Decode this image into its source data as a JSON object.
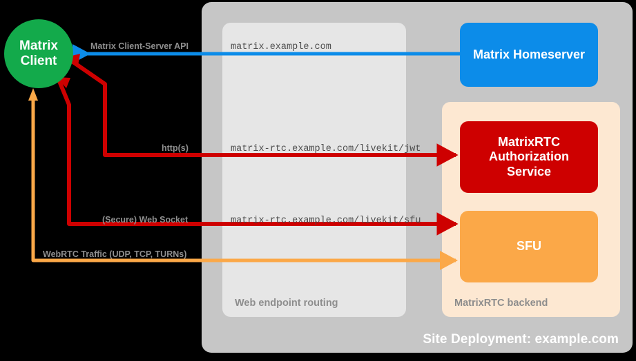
{
  "diagram": {
    "title_badge": "Site Deployment: example.com",
    "colors": {
      "client_green": "#13aa4b",
      "homeserver_blue": "#0c8ce9",
      "auth_red": "#ce0000",
      "sfu_orange": "#fba848",
      "site_gray": "#c6c6c6",
      "routing_gray": "#e6e6e6",
      "backend_peach": "#fde8d2",
      "label_gray": "#8f8f8f",
      "endpoint_gray": "#4d4d4d"
    },
    "containers": [
      {
        "id": "site",
        "label": "Site Deployment: example.com"
      },
      {
        "id": "web-endpoint-routing",
        "label": "Web endpoint routing"
      },
      {
        "id": "matrixrtc-backend",
        "label": "MatrixRTC backend"
      }
    ],
    "nodes": {
      "client": {
        "line1": "Matrix",
        "line2": "Client"
      },
      "homeserver": {
        "label": "Matrix Homeserver"
      },
      "auth_service": {
        "line1": "MatrixRTC",
        "line2": "Authorization",
        "line3": "Service"
      },
      "sfu": {
        "label": "SFU"
      }
    },
    "endpoints": [
      {
        "id": "matrix-host",
        "text": "matrix.example.com"
      },
      {
        "id": "livekit-jwt",
        "text": "matrix-rtc.example.com/livekit/jwt"
      },
      {
        "id": "livekit-sfu",
        "text": "matrix-rtc.example.com/livekit/sfu"
      }
    ],
    "connections": [
      {
        "id": "cs-api",
        "label": "Matrix Client-Server API",
        "color": "#0c8ce9",
        "direction": "to-client"
      },
      {
        "id": "https",
        "label": "http(s)",
        "color": "#ce0000",
        "direction": "bidirectional"
      },
      {
        "id": "websocket",
        "label": "(Secure) Web Socket",
        "color": "#ce0000",
        "direction": "bidirectional"
      },
      {
        "id": "webrtc",
        "label": "WebRTC Traffic (UDP, TCP, TURNs)",
        "color": "#fba848",
        "direction": "bidirectional"
      }
    ]
  }
}
